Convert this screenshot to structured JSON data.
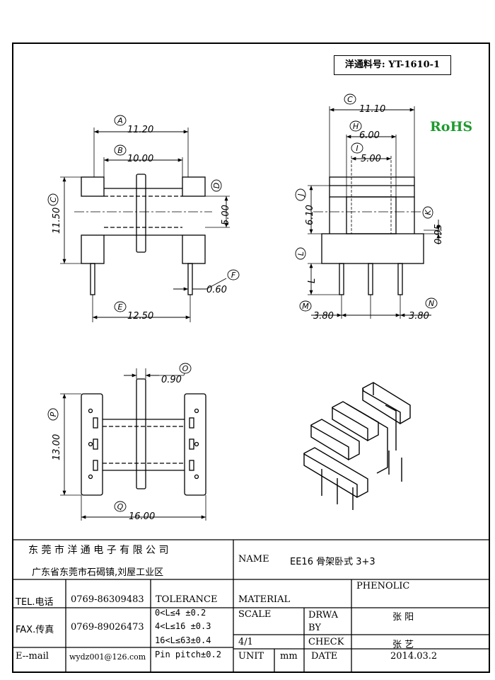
{
  "part_number": "洋通料号: YT-1610-1",
  "rohs": "RoHS",
  "dimensions": {
    "A": "11.20",
    "B": "10.00",
    "C": "11.50",
    "D": "5.00",
    "E": "12.50",
    "F": "0.60",
    "side_C": "11.10",
    "H": "6.00",
    "I": "5.00",
    "J": "6.10",
    "K": "0.95",
    "L": "L",
    "M": "3.80",
    "N": "3.80",
    "O": "0.90",
    "P": "13.00",
    "Q": "16.00"
  },
  "labels": {
    "A": "A",
    "B": "B",
    "C": "C",
    "D": "D",
    "E": "E",
    "F": "F",
    "H": "H",
    "I": "I",
    "J": "J",
    "K": "K",
    "L": "L",
    "M": "M",
    "N": "N",
    "O": "O",
    "P": "P",
    "Q": "Q"
  },
  "title_block": {
    "company": "东 莞 市 洋 通 电 子 有 限 公 司",
    "address": "广东省东莞市石碣镇,刘屋工业区",
    "name_label": "NAME",
    "name_value": "EE16 骨架卧式 3+3",
    "tel_label": "TEL.电话",
    "tel_value": "0769-86309483",
    "fax_label": "FAX.传真",
    "fax_value": "0769-89026473",
    "email_label": "E--mail",
    "email_value": "wydz001@126.com",
    "tolerance_label": "TOLERANCE",
    "tol1": "0<L≤4  ±0.2",
    "tol2": "4<L≤16 ±0.3",
    "tol3": "16<L≤63±0.4",
    "tol4": "Pin pitch±0.2",
    "material_label": "MATERIAL",
    "material_value": "PHENOLIC",
    "scale_label": "SCALE",
    "scale_value": "4/1",
    "drawn_label": "DRWA BY",
    "drawn_value": "张 阳",
    "check_label": "CHECK",
    "check_value": "张 艺",
    "unit_label": "UNIT",
    "unit_value": "mm",
    "date_label": "DATE",
    "date_value": "2014.03.2"
  }
}
